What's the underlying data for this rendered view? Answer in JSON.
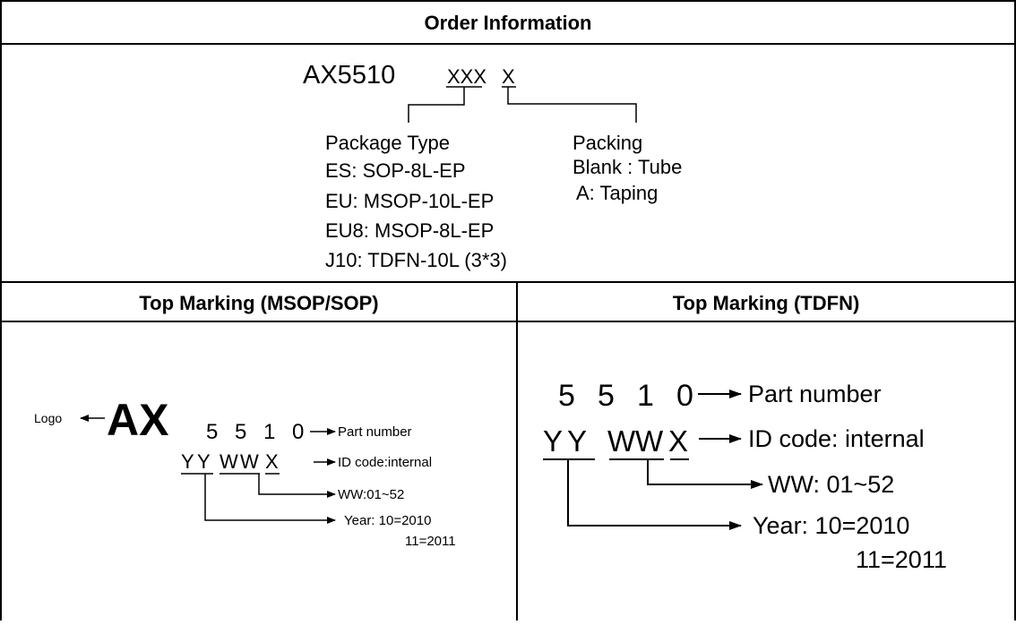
{
  "order": {
    "title": "Order Information",
    "part_prefix": "AX5510",
    "pkg_code": "XXX",
    "pack_code": "X",
    "package_type": {
      "heading": "Package Type",
      "items": [
        "ES: SOP-8L-EP",
        "EU: MSOP-10L-EP",
        "EU8: MSOP-8L-EP",
        "J10: TDFN-10L (3*3)"
      ]
    },
    "packing": {
      "heading": "Packing",
      "items": [
        "Blank : Tube",
        "A: Taping"
      ]
    }
  },
  "marking_msop": {
    "title": "Top Marking (MSOP/SOP)",
    "logo_label": "Logo",
    "logo_text": "AX",
    "digits": [
      "5",
      "5",
      "1",
      "0"
    ],
    "code_chars": [
      "Y",
      "Y",
      "W",
      "W",
      "X"
    ],
    "part_number": "Part number",
    "id_code": "ID code:internal",
    "ww": "WW:01~52",
    "year1": "Year: 10=2010",
    "year2": "11=2011"
  },
  "marking_tdfn": {
    "title": "Top Marking (TDFN)",
    "digits": [
      "5",
      "5",
      "1",
      "0"
    ],
    "code_chars": [
      "Y",
      "Y",
      "W",
      "W",
      "X"
    ],
    "part_number": "Part number",
    "id_code": "ID code: internal",
    "ww": "WW: 01~52",
    "year1": "Year: 10=2010",
    "year2": "11=2011"
  }
}
